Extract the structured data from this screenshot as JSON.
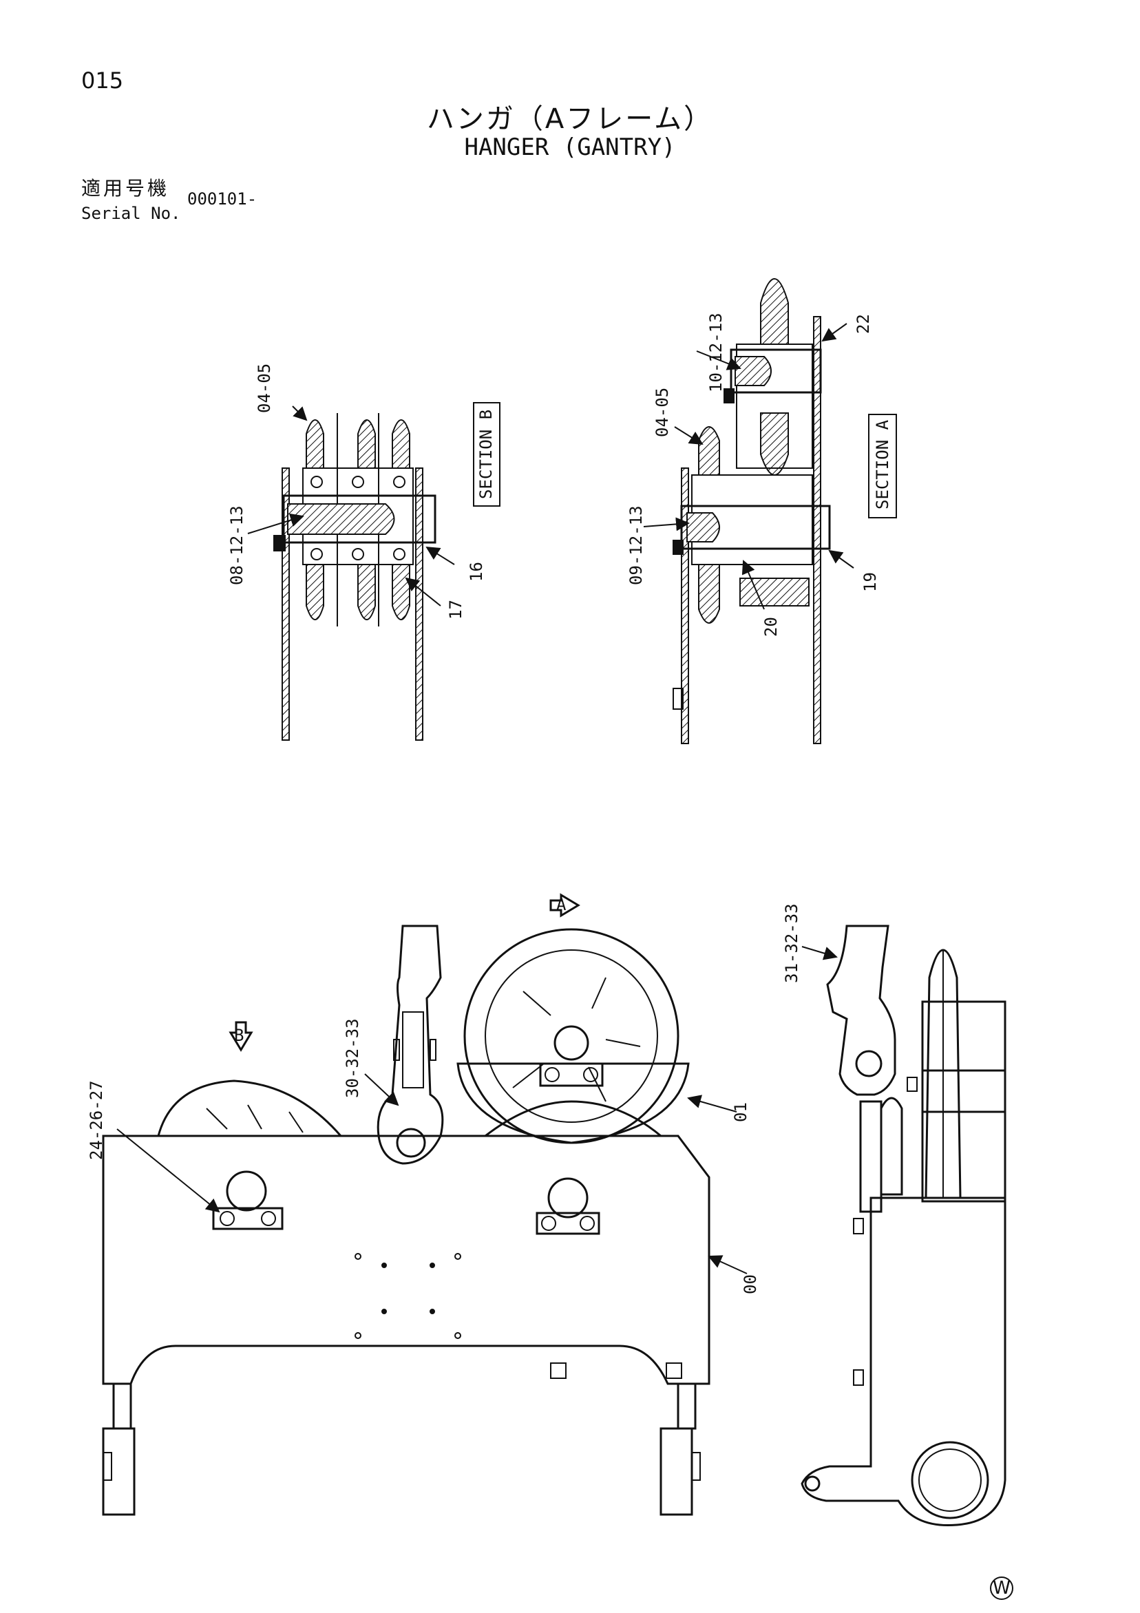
{
  "header": {
    "page_number": "015",
    "title_jp": "ハンガ（Aフレーム）",
    "title_en": "HANGER (GANTRY)",
    "serial_label_jp": "適用号機",
    "serial_label_en": "Serial No.",
    "serial_value": "000101-"
  },
  "sections": {
    "section_a": "SECTION A",
    "section_b": "SECTION B",
    "view_a": "A",
    "view_b": "B"
  },
  "callouts": {
    "p04_05_b": "04-05",
    "p08_12_13": "08-12-13",
    "p16": "16",
    "p17": "17",
    "p04_05_a": "04-05",
    "p10_12_13": "10-12-13",
    "p09_12_13": "09-12-13",
    "p22": "22",
    "p19": "19",
    "p20": "20",
    "p24_26_27": "24-26-27",
    "p30_32_33": "30-32-33",
    "p01": "01",
    "p00": "00",
    "p31_32_33": "31-32-33"
  },
  "footer": {
    "mark": "W"
  }
}
